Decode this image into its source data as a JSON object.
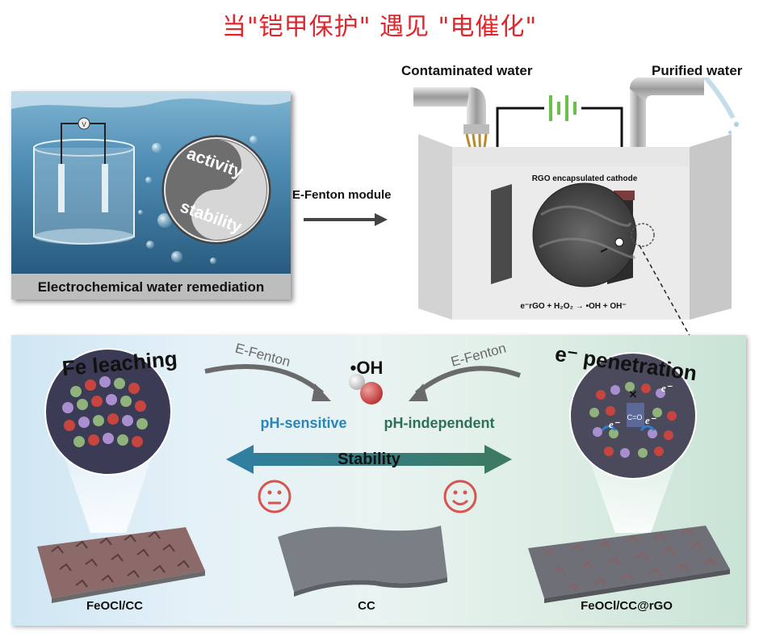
{
  "title": "当\"铠甲保护\" 遇见 \"电催化\"",
  "top_left_panel": {
    "caption": "Electrochemical water remediation",
    "yin_yang_top": "activity",
    "yin_yang_bottom": "stability",
    "meter_symbol": "V"
  },
  "arrow_label": "E-Fenton module",
  "top_right_panel": {
    "contaminated_label": "Contaminated water",
    "purified_label": "Purified water",
    "cathode_label": "RGO encapsulated cathode",
    "equation": "e⁻rGO + H₂O₂ → •OH + OH⁻"
  },
  "bottom_panel": {
    "fe_leaching": "Fe leaching",
    "e_penetration": "e⁻ penetration",
    "e_fenton_left": "E-Fenton",
    "e_fenton_right": "E-Fenton",
    "oh_radical": "•OH",
    "ph_sensitive": "pH-sensitive",
    "ph_independent": "pH-independent",
    "stability": "Stability",
    "label_left": "FeOCl/CC",
    "label_center": "CC",
    "label_right": "FeOCl/CC@rGO",
    "electron_symbol": "e⁻",
    "carbonyl": "C=O",
    "blocked": "✕"
  },
  "colors": {
    "title_red": "#e0262b",
    "sad_face": "#d9534f",
    "happy_face": "#d9534f",
    "arrow_blue": "#2f7fa3",
    "arrow_green": "#3e7a5f",
    "ph_blue": "#2a86b8",
    "ph_green": "#2f6e58"
  }
}
